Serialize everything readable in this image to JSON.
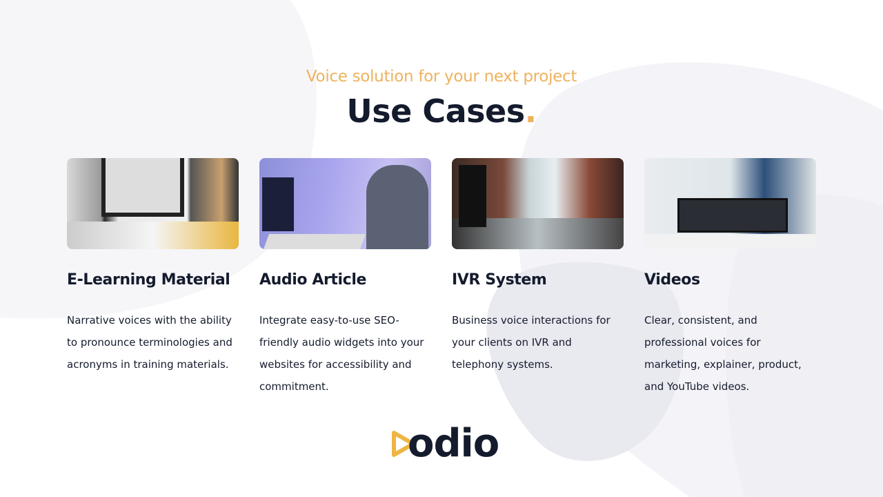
{
  "header": {
    "subtitle": "Voice solution for your next project",
    "title": "Use Cases",
    "title_dot": "."
  },
  "cards": [
    {
      "title": "E-Learning Material",
      "description": "Narrative voices with the ability to pronounce terminologies and acronyms in training materials.",
      "image": "e-learning-photo"
    },
    {
      "title": "Audio Article",
      "description": "Integrate easy-to-use SEO-friendly audio widgets into your websites for accessibility and commitment.",
      "image": "audio-article-photo"
    },
    {
      "title": "IVR System",
      "description": "Business voice interactions for your clients on IVR and telephony systems.",
      "image": "ivr-office-photo"
    },
    {
      "title": "Videos",
      "description": "Clear, consistent, and professional voices for marketing, explainer, product, and YouTube videos.",
      "image": "video-editing-photo"
    }
  ],
  "logo": {
    "text": "odio"
  },
  "colors": {
    "accent": "#efb25e",
    "dark": "#141b2d"
  }
}
